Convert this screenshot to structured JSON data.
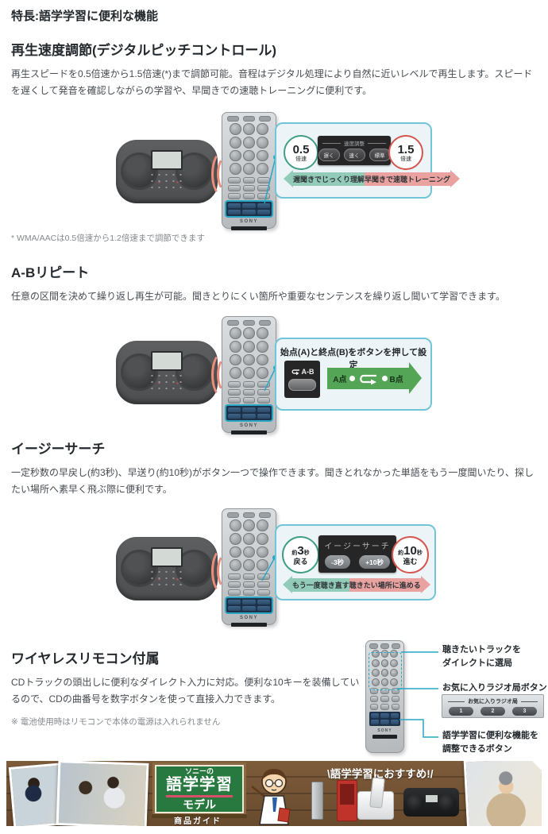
{
  "page": {
    "title": "特長:語学学習に便利な機能"
  },
  "brand": "SONY",
  "speed": {
    "heading": "再生速度調節(デジタルピッチコントロール)",
    "body": "再生スピードを0.5倍速から1.5倍速(*)まで調節可能。音程はデジタル処理により自然に近いレベルで再生します。スピードを遅くして発音を確認しながらの学習や、早聞きでの速聴トレーニングに便利です。",
    "footnote": "* WMA/AACは0.5倍速から1.2倍速まで調節できます",
    "slow_value": "0.5",
    "slow_unit": "倍速",
    "fast_value": "1.5",
    "fast_unit": "倍速",
    "panel_title": "速度調整",
    "buttons": [
      "遅く",
      "速く",
      "標準"
    ],
    "arrow_slow": "遅聞きでじっくり理解",
    "arrow_fast": "早聞きで速聴トレーニング"
  },
  "ab": {
    "heading": "A-Bリピート",
    "body": "任意の区間を決めて繰り返し再生が可能。聞きとりにくい箇所や重要なセンテンスを繰り返し聞いて学習できます。",
    "diagram_title": "始点(A)と終点(B)をボタンを押して設定",
    "button": "A-B",
    "point_a": "A点",
    "point_b": "B点"
  },
  "easy": {
    "heading": "イージーサーチ",
    "body": "一定秒数の早戻し(約3秒)、早送り(約10秒)がボタン一つで操作できます。聞きとれなかった単語をもう一度聞いたり、探したい場所へ素早く飛ぶ際に便利です。",
    "back_prefix": "約",
    "back_value": "3",
    "back_suffix": "秒",
    "back_label": "戻る",
    "fwd_prefix": "約",
    "fwd_value": "10",
    "fwd_suffix": "秒",
    "fwd_label": "進む",
    "panel_title": "イージーサーチ",
    "buttons": [
      "-3秒",
      "+10秒"
    ],
    "arrow_back": "もう一度聴き直す",
    "arrow_fwd": "聴きたい場所に進める"
  },
  "remote": {
    "heading": "ワイヤレスリモコン付属",
    "body": "CDトラックの頭出しに便利なダイレクト入力に対応。便利な10キーを装備しているので、CDの曲番号を数字ボタンを使って直接入力できます。",
    "footnote": "※ 電池使用時はリモコンで本体の電源は入れられません",
    "callout1_line1": "聴きたいトラックを",
    "callout1_line2": "ダイレクトに選局",
    "callout2": "お気に入りラジオ局ボタン",
    "radio_title": "お気に入りラジオ局",
    "radio_buttons": [
      "1",
      "2",
      "3"
    ],
    "callout3_line1": "語学学習に便利な機能を",
    "callout3_line2": "調整できるボタン"
  },
  "banner": {
    "board_top": "ソニーの",
    "board_main": "語学学習",
    "board_sub": "モデル",
    "caption": "商品ガイド",
    "slogan": "\\語学学習におすすめ!/"
  },
  "colors": {
    "accent_cyan": "#29a6c4",
    "box_border": "#72c4d8",
    "teal_circle": "#3f9e85",
    "red_circle": "#d4544e",
    "arrow_green": "#92cbb8",
    "arrow_pink": "#e9a2a0",
    "ab_arrow_green": "#55a557",
    "board_green": "#27793f"
  }
}
